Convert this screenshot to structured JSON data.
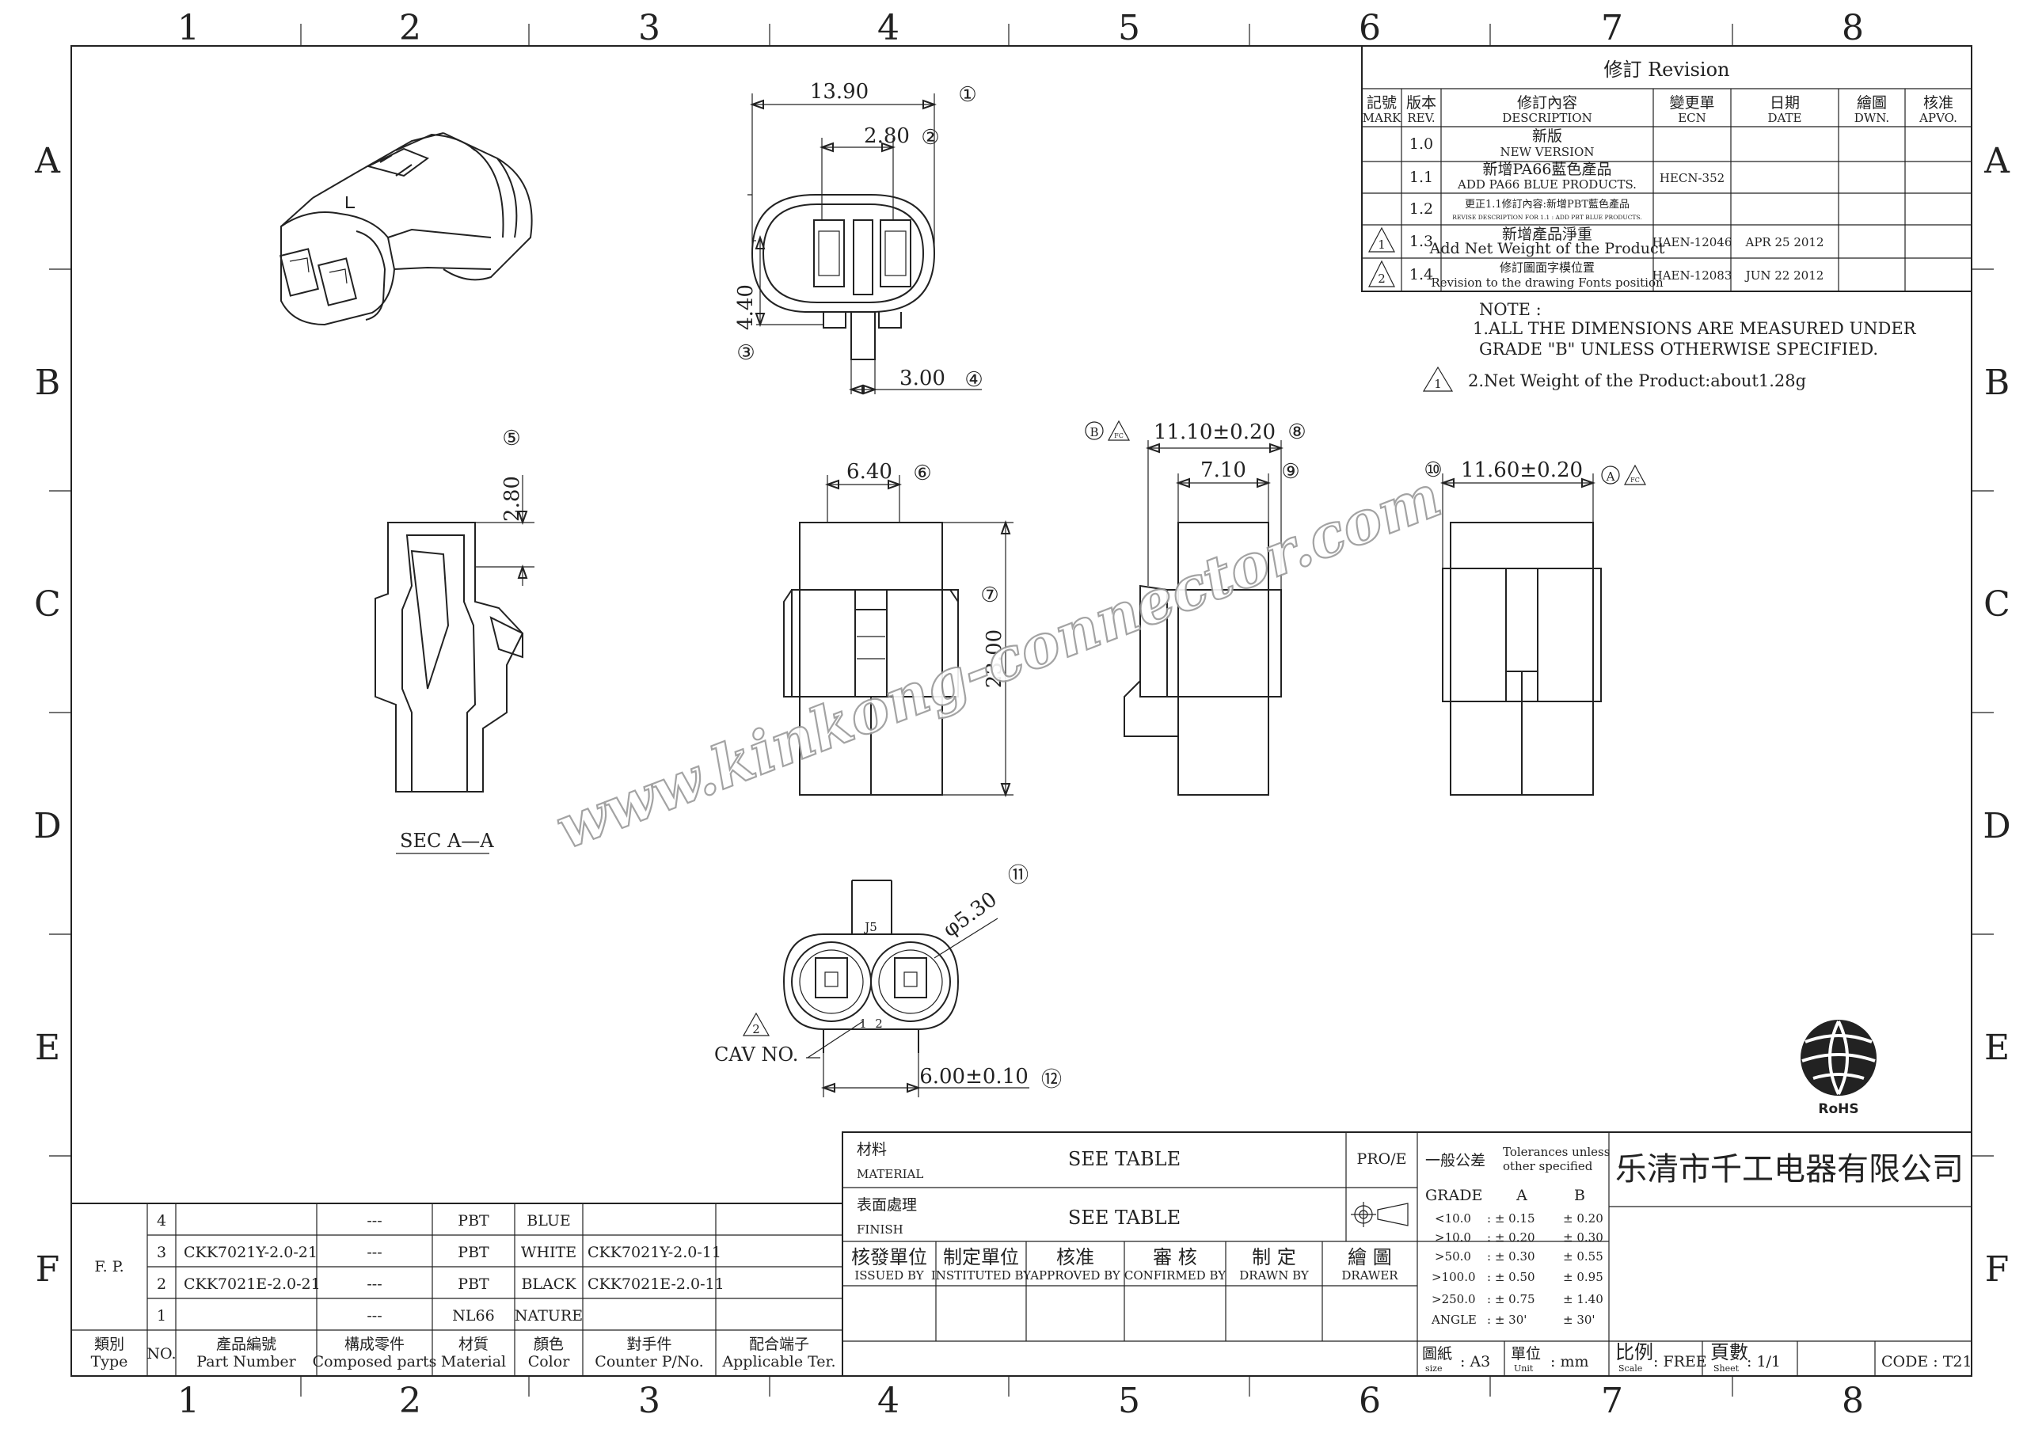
{
  "grid": {
    "columns": [
      "1",
      "2",
      "3",
      "4",
      "5",
      "6",
      "7",
      "8"
    ],
    "rows": [
      "A",
      "B",
      "C",
      "D",
      "E",
      "F"
    ]
  },
  "watermark": "www.kinkong-connector.com",
  "revision": {
    "title": "修訂 Revision",
    "headers": [
      {
        "zh": "記號",
        "en": "MARK"
      },
      {
        "zh": "版本",
        "en": "REV."
      },
      {
        "zh": "修訂內容",
        "en": "DESCRIPTION"
      },
      {
        "zh": "變更單",
        "en": "ECN"
      },
      {
        "zh": "日期",
        "en": "DATE"
      },
      {
        "zh": "繪圖",
        "en": "DWN."
      },
      {
        "zh": "核准",
        "en": "APVO."
      }
    ],
    "rows": [
      {
        "mark": "",
        "rev": "1.0",
        "desc_zh": "新版",
        "desc_en": "NEW VERSION",
        "ecn": "",
        "date": ""
      },
      {
        "mark": "",
        "rev": "1.1",
        "desc_zh": "新增PA66藍色產品",
        "desc_en": "ADD PA66 BLUE PRODUCTS.",
        "ecn": "HECN-352",
        "date": ""
      },
      {
        "mark": "",
        "rev": "1.2",
        "desc_zh": "更正1.1修訂內容:新增PBT藍色產品",
        "desc_en": "REVISE DESCRIPTION FOR 1.1 : ADD PBT BLUE PRODUCTS.",
        "ecn": "",
        "date": ""
      },
      {
        "mark": "1",
        "rev": "1.3",
        "desc_zh": "新增產品淨重",
        "desc_en": "Add Net Weight of the Product",
        "ecn": "HAEN-12046",
        "date": "APR 25 2012"
      },
      {
        "mark": "2",
        "rev": "1.4",
        "desc_zh": "修訂圖面字模位置",
        "desc_en": "Revision to the drawing Fonts position",
        "ecn": "HAEN-12083",
        "date": "JUN 22 2012"
      }
    ]
  },
  "notes": {
    "heading": "NOTE :",
    "line1": "1.ALL THE DIMENSIONS ARE MEASURED UNDER",
    "line2": "GRADE \"B\" UNLESS OTHERWISE SPECIFIED.",
    "line3": "2.Net Weight of the Product:about1.28g",
    "line3_mark": "1"
  },
  "dimensions": {
    "d1": "13.90",
    "n1": "①",
    "d2": "2.80",
    "n2": "②",
    "d3": "4.40",
    "n3": "③",
    "d4": "3.00",
    "n4": "④",
    "d5": "2.80",
    "n5": "⑤",
    "d6": "6.40",
    "n6": "⑥",
    "d7": "23.00",
    "n7": "⑦",
    "d8": "11.10±0.20",
    "n8": "⑧",
    "d9": "7.10",
    "n9": "⑨",
    "d10": "11.60±0.20",
    "n10": "⑩",
    "d11": "φ5.30",
    "n11": "⑪",
    "d12": "6.00±0.10",
    "n12": "⑫",
    "datum_b": "B",
    "datum_a": "A",
    "datum_fc": "FC",
    "section": "SEC A—A",
    "cav": "CAV NO.",
    "cav_mark": "2",
    "cav_1": "1",
    "cav_2": "2",
    "face_label": "J5"
  },
  "rohs": "RoHS",
  "title_block": {
    "material_zh": "材料",
    "material_en": "MATERIAL",
    "material_val": "SEE TABLE",
    "finish_zh": "表面處理",
    "finish_en": "FINISH",
    "finish_val": "SEE TABLE",
    "proj": "PRO/E",
    "tol_zh": "一般公差",
    "tol_en1": "Tolerances unless",
    "tol_en2": "other specified",
    "company": "乐清市千工电器有限公司",
    "grade_h": "GRADE",
    "grade_a": "A",
    "grade_b": "B",
    "tolerances": [
      {
        "r": "<10.0",
        "a": ": ± 0.15",
        "b": "± 0.20"
      },
      {
        "r": ">10.0",
        "a": ": ± 0.20",
        "b": "± 0.30"
      },
      {
        "r": ">50.0",
        "a": ": ± 0.30",
        "b": "± 0.55"
      },
      {
        "r": ">100.0",
        "a": ": ± 0.50",
        "b": "± 0.95"
      },
      {
        "r": ">250.0",
        "a": ": ± 0.75",
        "b": "± 1.40"
      },
      {
        "r": "ANGLE",
        "a": ": ± 30'",
        "b": "± 30'"
      }
    ],
    "signoffs": [
      {
        "zh": "核發單位",
        "en": "ISSUED BY"
      },
      {
        "zh": "制定單位",
        "en": "INSTITUTED BY"
      },
      {
        "zh": "核准",
        "en": "APPROVED BY"
      },
      {
        "zh": "審 核",
        "en": "CONFIRMED BY"
      },
      {
        "zh": "制 定",
        "en": "DRAWN BY"
      },
      {
        "zh": "繪 圖",
        "en": "DRAWER"
      }
    ],
    "paper_zh": "圖紙",
    "paper_en": "size",
    "paper_val": ": A3",
    "unit_zh": "單位",
    "unit_en": "Unit",
    "unit_val": ": mm",
    "scale_zh": "比例",
    "scale_en": "Scale",
    "scale_val": ": FREE",
    "sheet_zh": "頁數",
    "sheet_en": "Sheet",
    "sheet_val": ": 1/1",
    "code": "CODE : T21"
  },
  "parts": {
    "fp": "F. P.",
    "headers": [
      {
        "zh": "類別",
        "en": "Type"
      },
      {
        "zh": "",
        "en": "NO."
      },
      {
        "zh": "產品編號",
        "en": "Part Number"
      },
      {
        "zh": "構成零件",
        "en": "Composed parts"
      },
      {
        "zh": "材質",
        "en": "Material"
      },
      {
        "zh": "顏色",
        "en": "Color"
      },
      {
        "zh": "對手件",
        "en": "Counter P/No."
      },
      {
        "zh": "配合端子",
        "en": "Applicable Ter."
      }
    ],
    "rows": [
      {
        "no": "4",
        "pn": "",
        "comp": "---",
        "mat": "PBT",
        "color": "BLUE",
        "counter": ""
      },
      {
        "no": "3",
        "pn": "CKK7021Y-2.0-21",
        "comp": "---",
        "mat": "PBT",
        "color": "WHITE",
        "counter": "CKK7021Y-2.0-11"
      },
      {
        "no": "2",
        "pn": "CKK7021E-2.0-21",
        "comp": "---",
        "mat": "PBT",
        "color": "BLACK",
        "counter": "CKK7021E-2.0-11"
      },
      {
        "no": "1",
        "pn": "",
        "comp": "---",
        "mat": "NL66",
        "color": "NATURE",
        "counter": ""
      }
    ]
  }
}
